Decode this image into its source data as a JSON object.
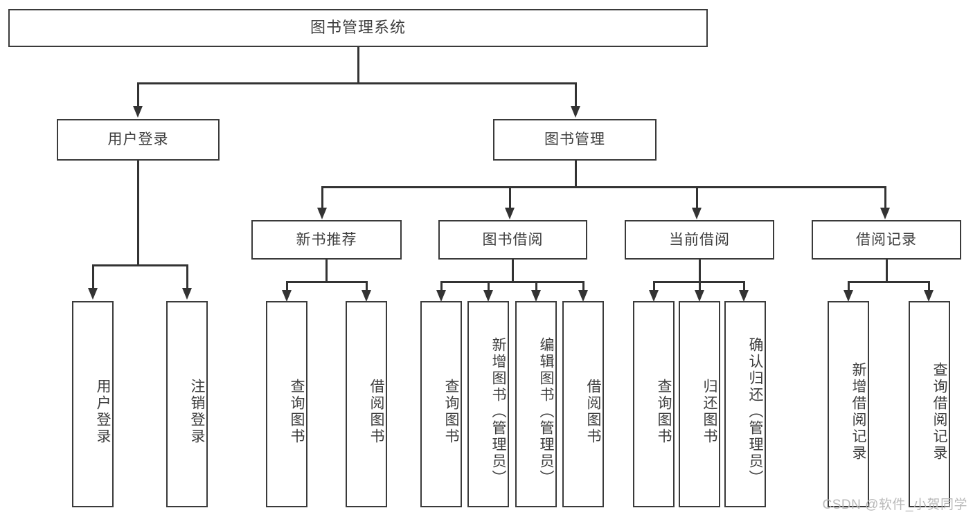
{
  "diagram": {
    "title": "图书管理系统",
    "type": "功能结构图",
    "watermark": "CSDN @软件_小贺同学"
  },
  "nodes": {
    "root": {
      "label": "图书管理系统"
    },
    "level2": [
      {
        "id": "user-login",
        "label": "用户登录"
      },
      {
        "id": "book-manage",
        "label": "图书管理"
      }
    ],
    "level3": [
      {
        "id": "new-book-rec",
        "label": "新书推荐"
      },
      {
        "id": "book-borrow",
        "label": "图书借阅"
      },
      {
        "id": "current-borrow",
        "label": "当前借阅"
      },
      {
        "id": "borrow-record",
        "label": "借阅记录"
      }
    ],
    "leaves": {
      "user_login": [
        {
          "id": "leaf-user-login",
          "label": "用户登录"
        },
        {
          "id": "leaf-logout-login",
          "label": "注销登录"
        }
      ],
      "new_book_rec": [
        {
          "id": "leaf-query-book-1",
          "label": "查询图书"
        },
        {
          "id": "leaf-borrow-book-1",
          "label": "借阅图书"
        }
      ],
      "book_borrow": [
        {
          "id": "leaf-query-book-2",
          "label": "查询图书"
        },
        {
          "id": "leaf-add-book",
          "label": "新增图书（管理员）"
        },
        {
          "id": "leaf-edit-book",
          "label": "编辑图书（管理员）"
        },
        {
          "id": "leaf-borrow-book-2",
          "label": "借阅图书"
        }
      ],
      "current_borrow": [
        {
          "id": "leaf-query-book-3",
          "label": "查询图书"
        },
        {
          "id": "leaf-return-book",
          "label": "归还图书"
        },
        {
          "id": "leaf-confirm-return",
          "label": "确认归还（管理员）"
        }
      ],
      "borrow_record": [
        {
          "id": "leaf-add-record",
          "label": "新增借阅记录"
        },
        {
          "id": "leaf-query-record",
          "label": "查询借阅记录"
        }
      ]
    }
  },
  "colors": {
    "stroke": "#3a3a3a",
    "line": "#333333",
    "text": "#3d3d3d",
    "background": "#ffffff",
    "watermark": "#b9b9b9"
  }
}
